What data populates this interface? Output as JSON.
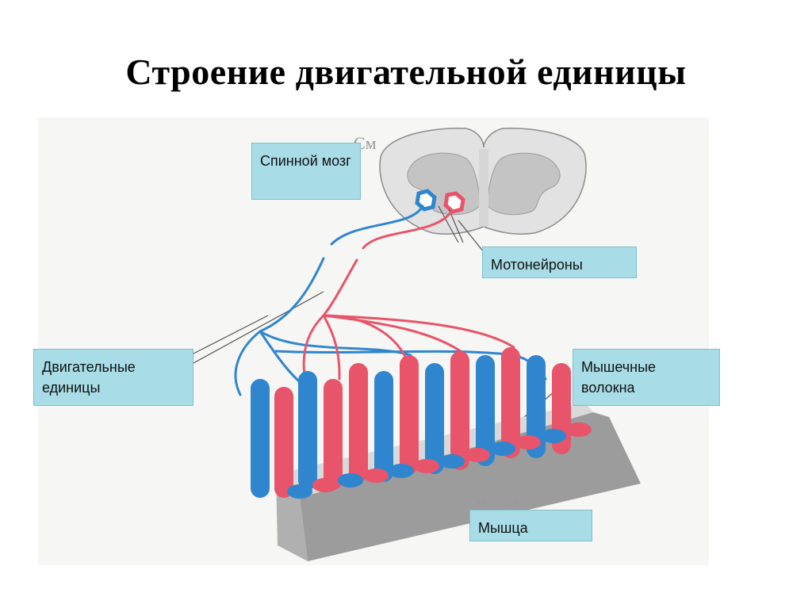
{
  "slide": {
    "title": "Строение двигательной единицы"
  },
  "labels": {
    "spinal_cord": "Спинной мозг",
    "motoneurons": "Мотонейроны",
    "motor_units": "Двигательные единицы",
    "muscle_fibers": "Мышечные волокна",
    "muscle": "Мышца"
  },
  "figure_text": {
    "cm_label": "См",
    "muscle_caption": "Мышца"
  },
  "colors": {
    "label_fill": "#a8dce6",
    "blue_unit": "#2f86cf",
    "red_unit": "#e8546a",
    "gray_matter": "#bdbdbd"
  }
}
